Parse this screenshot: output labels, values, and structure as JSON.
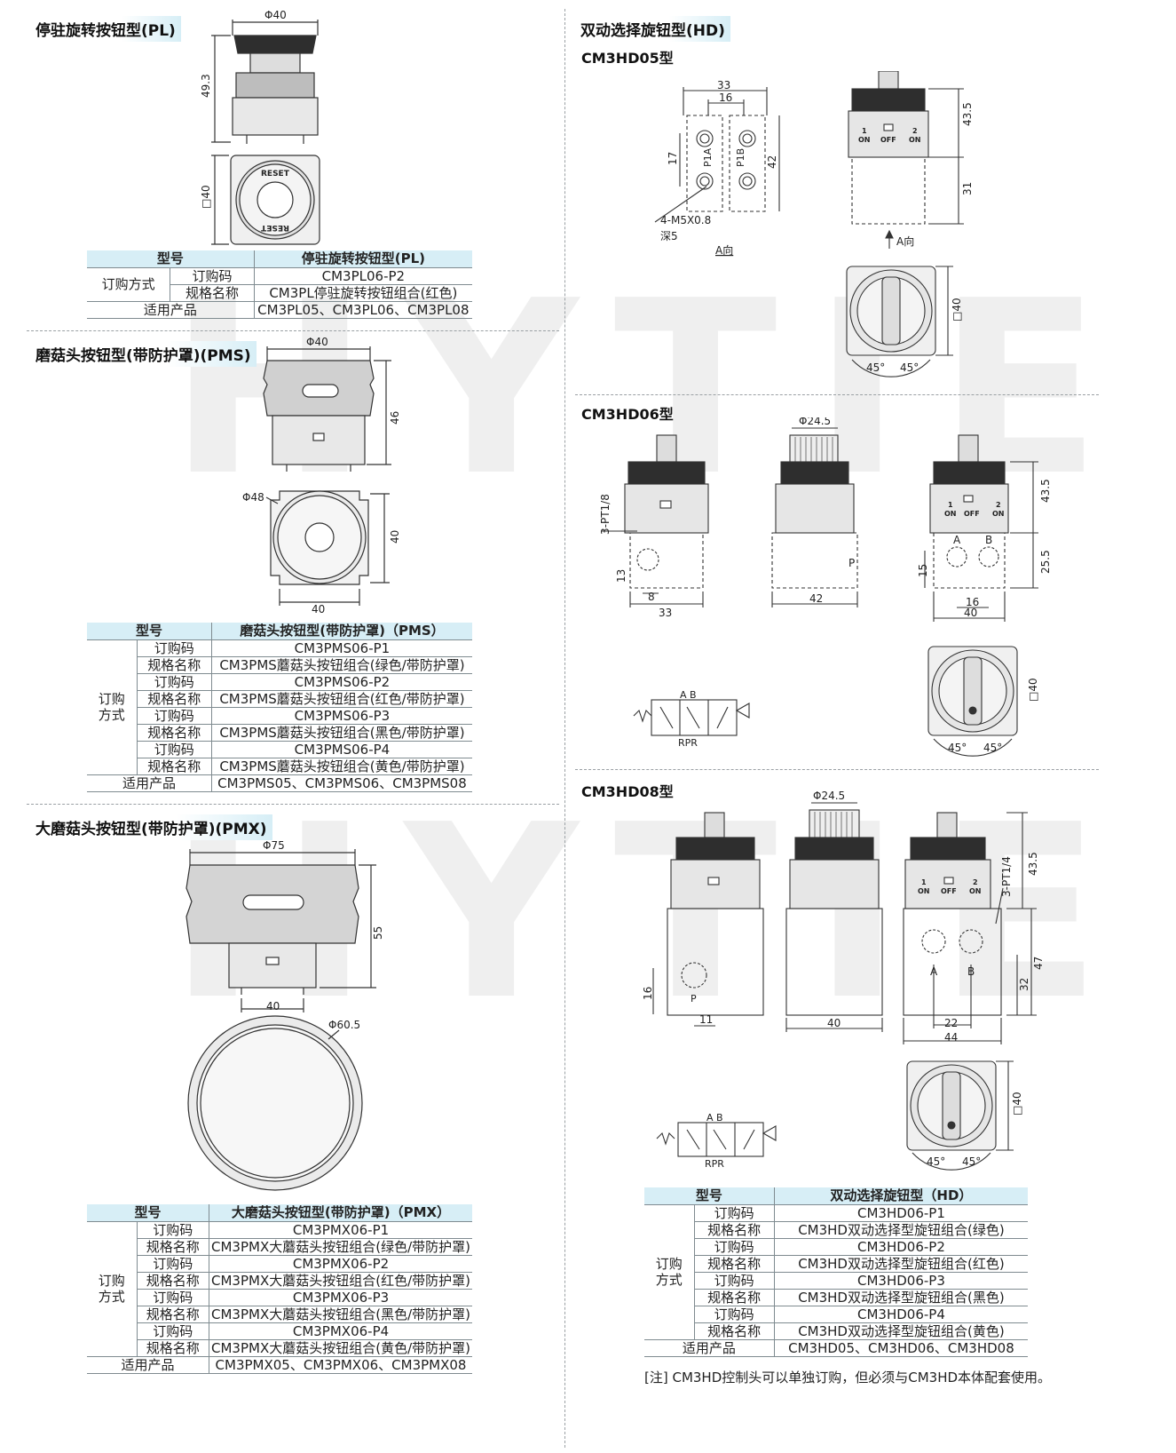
{
  "watermark": "HYTIE",
  "pl": {
    "title": "停驻旋转按钮型(PL)",
    "dims": {
      "dia": "Φ40",
      "height": "49.3",
      "square": "□40"
    },
    "reset": "RESET",
    "table": {
      "h_model": "型号",
      "h_name": "停驻旋转按钮型(PL)",
      "order_method": "订购方式",
      "rows": [
        {
          "label": "订购码",
          "value": "CM3PL06-P2"
        },
        {
          "label": "规格名称",
          "value": "CM3PL停驻旋转按钮组合(红色)"
        }
      ],
      "apply_label": "适用产品",
      "apply_value": "CM3PL05、CM3PL06、CM3PL08"
    }
  },
  "pms": {
    "title": "磨菇头按钮型(带防护罩)(PMS)",
    "dims": {
      "dia": "Φ40",
      "height": "46",
      "dia48": "Φ48",
      "side": "40",
      "bottom": "40"
    },
    "table": {
      "h_model": "型号",
      "h_name": "磨菇头按钮型(带防护罩)（PMS）",
      "order_method_1": "订购",
      "order_method_2": "方式",
      "rows": [
        {
          "label": "订购码",
          "value": "CM3PMS06-P1"
        },
        {
          "label": "规格名称",
          "value": "CM3PMS蘑菇头按钮组合(绿色/带防护罩)"
        },
        {
          "label": "订购码",
          "value": "CM3PMS06-P2"
        },
        {
          "label": "规格名称",
          "value": "CM3PMS蘑菇头按钮组合(红色/带防护罩)"
        },
        {
          "label": "订购码",
          "value": "CM3PMS06-P3"
        },
        {
          "label": "规格名称",
          "value": "CM3PMS蘑菇头按钮组合(黑色/带防护罩)"
        },
        {
          "label": "订购码",
          "value": "CM3PMS06-P4"
        },
        {
          "label": "规格名称",
          "value": "CM3PMS蘑菇头按钮组合(黄色/带防护罩)"
        }
      ],
      "apply_label": "适用产品",
      "apply_value": "CM3PMS05、CM3PMS06、CM3PMS08"
    }
  },
  "pmx": {
    "title": "大磨菇头按钮型(带防护罩)(PMX)",
    "dims": {
      "dia": "Φ75",
      "height": "55",
      "width": "40",
      "dia605": "Φ60.5"
    },
    "table": {
      "h_model": "型号",
      "h_name": "大磨菇头按钮型(带防护罩)（PMX）",
      "order_method_1": "订购",
      "order_method_2": "方式",
      "rows": [
        {
          "label": "订购码",
          "value": "CM3PMX06-P1"
        },
        {
          "label": "规格名称",
          "value": "CM3PMX大蘑菇头按钮组合(绿色/带防护罩)"
        },
        {
          "label": "订购码",
          "value": "CM3PMX06-P2"
        },
        {
          "label": "规格名称",
          "value": "CM3PMX大蘑菇头按钮组合(红色/带防护罩)"
        },
        {
          "label": "订购码",
          "value": "CM3PMX06-P3"
        },
        {
          "label": "规格名称",
          "value": "CM3PMX大蘑菇头按钮组合(黑色/带防护罩)"
        },
        {
          "label": "订购码",
          "value": "CM3PMX06-P4"
        },
        {
          "label": "规格名称",
          "value": "CM3PMX大蘑菇头按钮组合(黄色/带防护罩)"
        }
      ],
      "apply_label": "适用产品",
      "apply_value": "CM3PMX05、CM3PMX06、CM3PMX08"
    }
  },
  "hd": {
    "title": "双动选择旋钮型(HD)",
    "hd05": {
      "title": "CM3HD05型",
      "dims": {
        "w33": "33",
        "w16": "16",
        "h17": "17",
        "h42": "42",
        "thread": "4-M5X0.8",
        "depth": "深5",
        "view": "A向",
        "view2": "A向",
        "h435": "43.5",
        "h31": "31",
        "sq40": "□40",
        "ang1": "45°",
        "ang2": "45°",
        "pa": "P1A",
        "pb": "P1B"
      },
      "switch": {
        "p1": "1",
        "p1b": "ON",
        "off": "OFF",
        "p2": "2",
        "p2b": "ON"
      }
    },
    "hd06": {
      "title": "CM3HD06型",
      "dims": {
        "port": "3-PT1/8",
        "h13": "13",
        "w8": "8",
        "w33": "33",
        "dia": "Φ24.5",
        "p": "P",
        "w42": "42",
        "h435": "43.5",
        "h255": "25.5",
        "h15": "15",
        "a": "A",
        "b": "B",
        "w16": "16",
        "w40": "40",
        "sq40": "□40",
        "ang1": "45°",
        "ang2": "45°"
      },
      "switch": {
        "p1": "1",
        "p1b": "ON",
        "off": "OFF",
        "p2": "2",
        "p2b": "ON"
      },
      "symbol": {
        "top": "A B",
        "bottom": "RPR"
      }
    },
    "hd08": {
      "title": "CM3HD08型",
      "dims": {
        "dia": "Φ24.5",
        "h16": "16",
        "w11": "11",
        "p": "P",
        "w40": "40",
        "port": "3-PT1/4",
        "h435": "43.5",
        "h47": "47",
        "h32": "32",
        "a": "A",
        "b": "B",
        "w22": "22",
        "w44": "44",
        "sq40": "□40",
        "ang1": "45°",
        "ang2": "45°"
      },
      "switch": {
        "p1": "1",
        "p1b": "ON",
        "off": "OFF",
        "p2": "2",
        "p2b": "ON"
      },
      "symbol": {
        "top": "A B",
        "bottom": "RPR"
      }
    },
    "table": {
      "h_model": "型号",
      "h_name": "双动选择旋钮型（HD）",
      "order_method_1": "订购",
      "order_method_2": "方式",
      "rows": [
        {
          "label": "订购码",
          "value": "CM3HD06-P1"
        },
        {
          "label": "规格名称",
          "value": "CM3HD双动选择型旋钮组合(绿色)"
        },
        {
          "label": "订购码",
          "value": "CM3HD06-P2"
        },
        {
          "label": "规格名称",
          "value": "CM3HD双动选择型旋钮组合(红色)"
        },
        {
          "label": "订购码",
          "value": "CM3HD06-P3"
        },
        {
          "label": "规格名称",
          "value": "CM3HD双动选择型旋钮组合(黑色)"
        },
        {
          "label": "订购码",
          "value": "CM3HD06-P4"
        },
        {
          "label": "规格名称",
          "value": "CM3HD双动选择型旋钮组合(黄色)"
        }
      ],
      "apply_label": "适用产品",
      "apply_value": "CM3HD05、CM3HD06、CM3HD08"
    },
    "note": "[注] CM3HD控制头可以单独订购，但必须与CM3HD本体配套使用。"
  },
  "colors": {
    "header_bg": "#d7eef6",
    "line": "#333333",
    "body_fill": "#e6e6e6",
    "knob": "#2e2e2e"
  }
}
